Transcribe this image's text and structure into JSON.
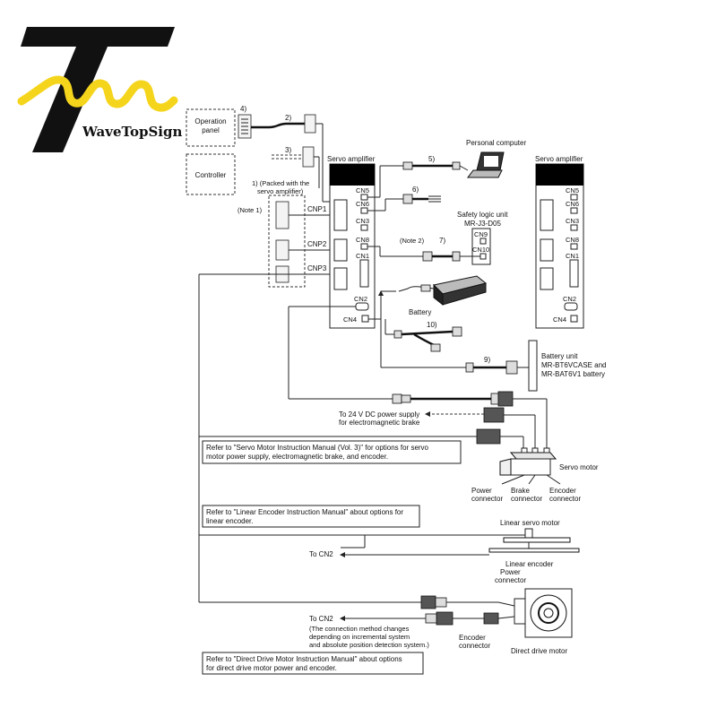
{
  "logo": {
    "brand_text": "WaveTopSign",
    "accent_color": "#f5d51c",
    "dark_color": "#111111"
  },
  "left_boxes": {
    "operation_panel": [
      "Operation",
      "panel"
    ],
    "controller": "Controller"
  },
  "callouts": {
    "c1": "1) (Packed with the",
    "c1b": "servo amplifier)",
    "note1": "(Note 1)",
    "note2": "(Note 2)",
    "n2": "2)",
    "n3": "3)",
    "n4": "4)",
    "n5": "5)",
    "n6": "6)",
    "n7": "7)",
    "n9": "9)",
    "n10": "10)"
  },
  "amplifier_left": {
    "title": "Servo amplifier",
    "cnp": [
      "CNP1",
      "CNP2",
      "CNP3"
    ],
    "cn": [
      "CN5",
      "CN6",
      "CN3",
      "CN8",
      "CN1",
      "CN2",
      "CN4"
    ]
  },
  "amplifier_right": {
    "title": "Servo amplifier",
    "cn": [
      "CN5",
      "CN6",
      "CN3",
      "CN8",
      "CN1",
      "CN2",
      "CN4"
    ]
  },
  "pc": {
    "label": "Personal computer"
  },
  "safety": {
    "title": "Safety logic unit",
    "model": "MR-J3-D05",
    "cn": [
      "CN9",
      "CN10"
    ]
  },
  "battery": {
    "label": "Battery"
  },
  "battery_unit": [
    "Battery unit",
    "MR-BT6VCASE and",
    "MR-BAT6V1 battery"
  ],
  "brake_supply": [
    "To 24 V DC power supply",
    "for electromagnetic brake"
  ],
  "servo_motor": {
    "label": "Servo motor",
    "ref": [
      "Refer to \"Servo Motor Instruction Manual (Vol. 3)\" for options for servo",
      "motor power supply, electromagnetic brake, and encoder."
    ],
    "power": [
      "Power",
      "connector"
    ],
    "brake": [
      "Brake",
      "connector"
    ],
    "encoder": [
      "Encoder",
      "connector"
    ]
  },
  "linear": {
    "ref": [
      "Refer to \"Linear Encoder Instruction Manual\" about options for",
      "linear encoder."
    ],
    "motor_label": "Linear servo motor",
    "encoder_label": "Linear encoder",
    "to_cn2": "To CN2"
  },
  "dd_motor": {
    "power": [
      "Power",
      "connector"
    ],
    "encoder": [
      "Encoder",
      "connector"
    ],
    "label": "Direct drive motor",
    "to_cn2": "To CN2",
    "note": [
      "(The connection method changes",
      "depending on incremental system",
      "and absolute position detection system.)"
    ],
    "ref": [
      "Refer to \"Direct Drive Motor Instruction Manual\" about options",
      "for direct drive motor power and encoder."
    ]
  }
}
